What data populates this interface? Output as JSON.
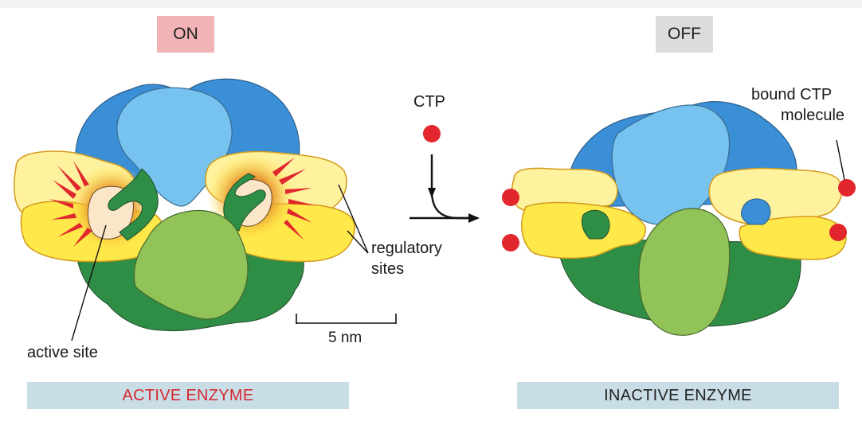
{
  "colors": {
    "on_box": "#f2b3b6",
    "off_box": "#dcdcdc",
    "caption_bar": "#c9dde6",
    "active_text": "#d7282f",
    "inactive_text": "#222222",
    "dark_blue": "#3b8fd6",
    "light_blue": "#76c3ef",
    "dark_green": "#2f8e46",
    "light_green": "#92c359",
    "yellow": "#ffe94a",
    "pale_yellow": "#fff29e",
    "outline": "#5a5a5a",
    "ctp_red": "#e1262d"
  },
  "states": {
    "on_label": "ON",
    "off_label": "OFF"
  },
  "middle": {
    "ctp_label": "CTP",
    "regulatory_label_line1": "regulatory",
    "regulatory_label_line2": "sites",
    "scale_label": "5 nm"
  },
  "left": {
    "active_site_label": "active site",
    "caption": "ACTIVE ENZYME"
  },
  "right": {
    "bound_label_line1": "bound CTP",
    "bound_label_line2": "molecule",
    "caption": "INACTIVE ENZYME"
  },
  "icons": {
    "ctp_molecule": "red-dot-icon",
    "binding_arrow": "curved-arrow-icon"
  }
}
